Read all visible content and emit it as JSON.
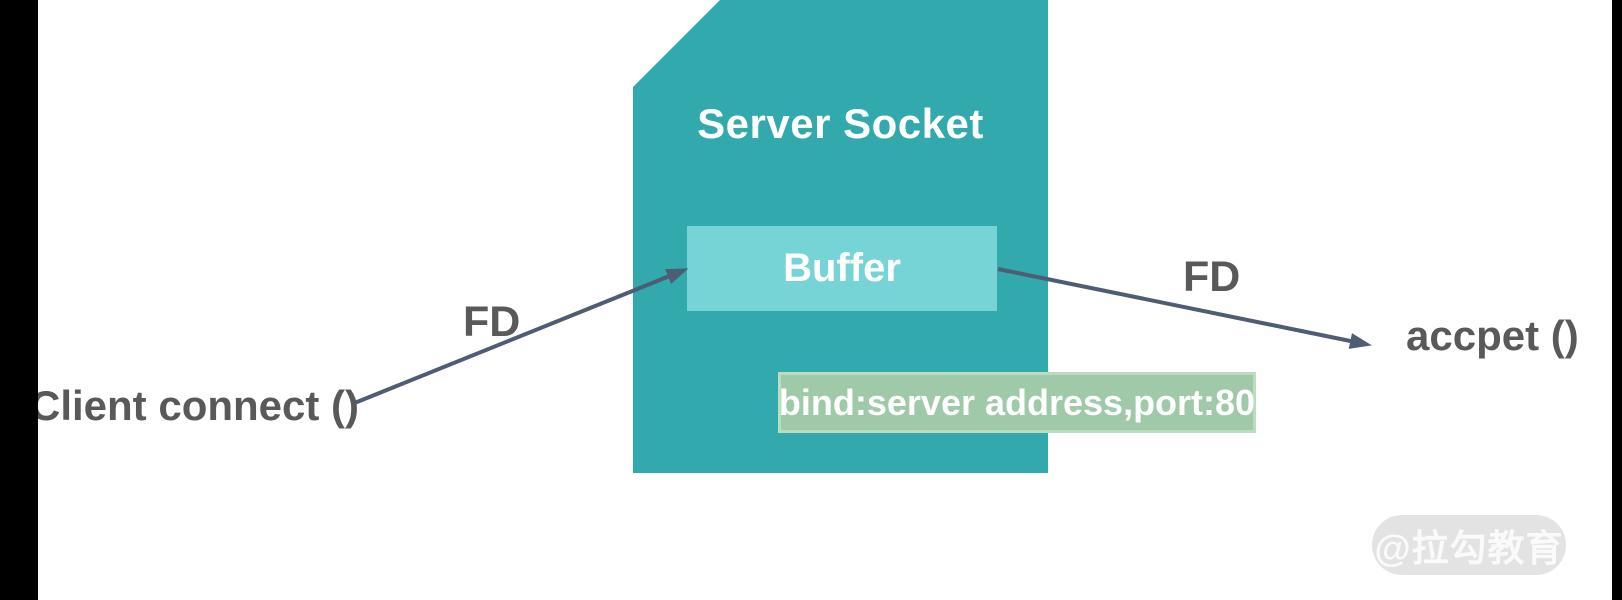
{
  "diagram": {
    "server_socket": {
      "title": "Server Socket",
      "buffer_label": "Buffer",
      "bind_label": "bind:server address,port:80"
    },
    "client_label": "Client connect ()",
    "accept_label": "accpet ()",
    "arrows": {
      "client_to_buffer_label": "FD",
      "buffer_to_accept_label": "FD"
    },
    "watermark": "@拉勾教育",
    "colors": {
      "shape_teal": "#31a9ad",
      "buffer_fill": "#76d3d6",
      "bind_fill": "#9fc9a9",
      "bind_border": "#bcdcc2",
      "arrow_line": "#4e5c74",
      "text_gray": "#595959",
      "edge_bars": "#000000",
      "watermark_bg": "#e3e3e3"
    }
  }
}
